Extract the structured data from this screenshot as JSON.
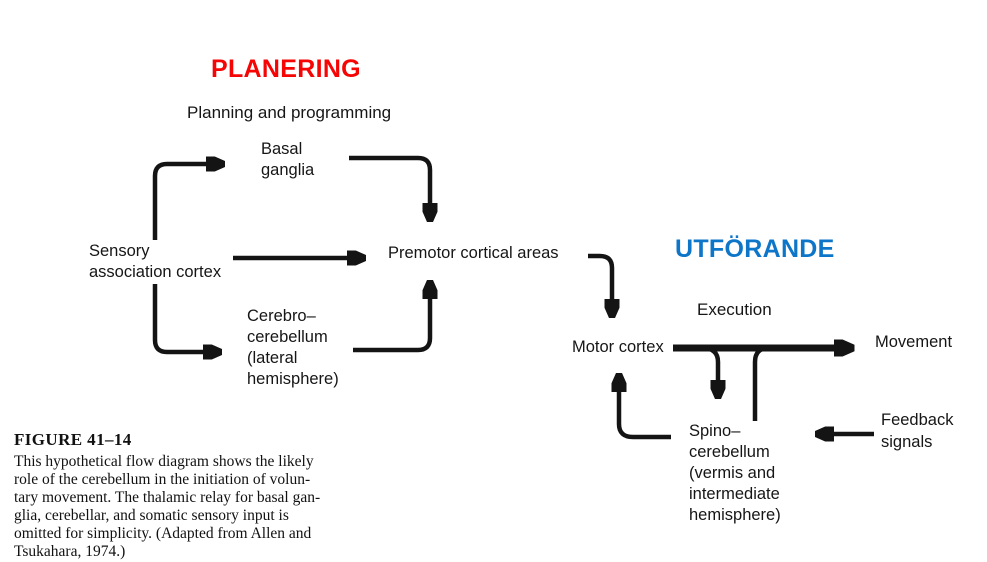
{
  "headings": {
    "planning_sv": "PLANERING",
    "execution_sv": "UTFÖRANDE",
    "planning_color": "#f60505",
    "execution_color": "#0e76c8"
  },
  "diagram": {
    "stage_labels": {
      "planning": "Planning and programming",
      "execution": "Execution"
    },
    "nodes": {
      "sensory": "Sensory\nassociation cortex",
      "basal": "Basal\nganglia",
      "cerebro": "Cerebro–\ncerebellum\n(lateral\nhemisphere)",
      "premotor": "Premotor cortical areas",
      "motor": "Motor cortex",
      "movement": "Movement",
      "spino": "Spino–\ncerebellum\n(vermis and\nintermediate\nhemisphere)",
      "feedback": "Feedback\nsignals"
    },
    "line_color": "#141414",
    "edges": [
      {
        "from": "sensory-association-cortex",
        "to": "basal-ganglia"
      },
      {
        "from": "sensory-association-cortex",
        "to": "premotor-cortical-areas"
      },
      {
        "from": "sensory-association-cortex",
        "to": "cerebro-cerebellum"
      },
      {
        "from": "basal-ganglia",
        "to": "premotor-cortical-areas"
      },
      {
        "from": "cerebro-cerebellum",
        "to": "premotor-cortical-areas"
      },
      {
        "from": "premotor-cortical-areas",
        "to": "motor-cortex"
      },
      {
        "from": "motor-cortex",
        "to": "movement"
      },
      {
        "from": "motor-cortex",
        "to": "spino-cerebellum"
      },
      {
        "from": "spino-cerebellum",
        "to": "motor-output-pathway"
      },
      {
        "from": "spino-cerebellum",
        "to": "motor-cortex"
      },
      {
        "from": "feedback-signals",
        "to": "spino-cerebellum"
      }
    ]
  },
  "caption": {
    "title": "FIGURE  41–14",
    "body": "This hypothetical flow diagram shows the likely\nrole of the cerebellum in the initiation of volun-\ntary movement. The thalamic relay for basal gan-\nglia, cerebellar, and somatic sensory input is\nomitted for simplicity. (Adapted from Allen and\nTsukahara, 1974.)"
  }
}
